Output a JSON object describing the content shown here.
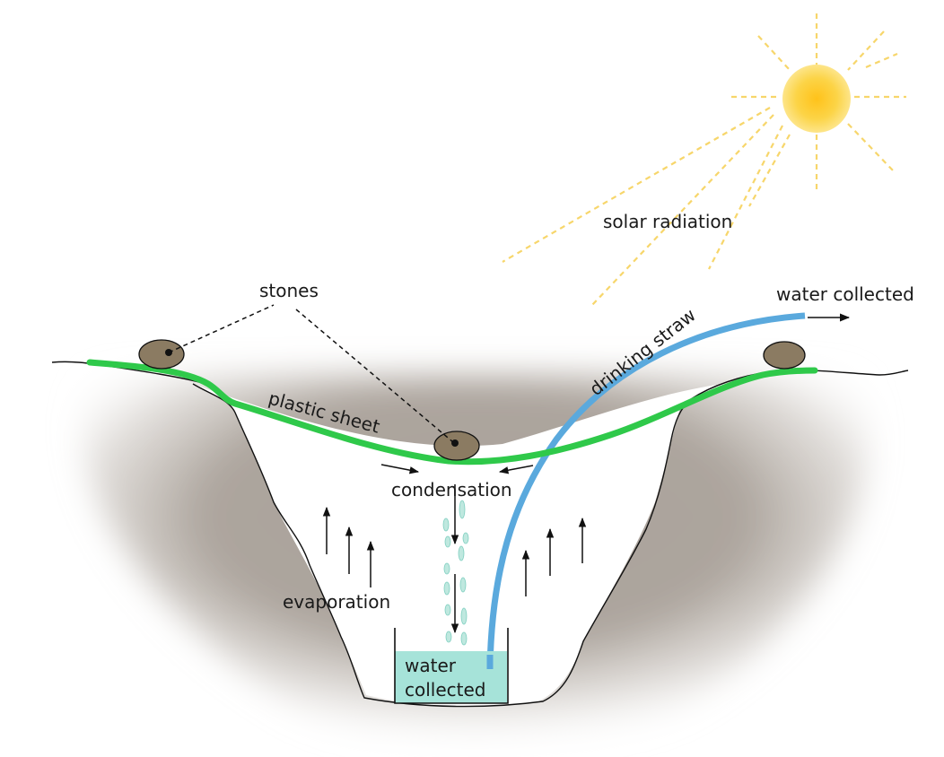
{
  "labels": {
    "solar_radiation": "solar radiation",
    "stones": "stones",
    "water_collected_outlet": "water collected",
    "drinking_straw": "drinking straw",
    "plastic_sheet": "plastic sheet",
    "condensation": "condensation",
    "evaporation": "evaporation",
    "water_collected_container_line1": "water",
    "water_collected_container_line2": "collected"
  },
  "colors": {
    "plastic_sheet": "#2fc94a",
    "drinking_straw": "#5aa9dd",
    "water": "#a6e3d9",
    "stone": "#8b7b62",
    "sun_core": "#fbd03a",
    "sun_rays": "#f7d66b",
    "ground_shadow": "#b8b0a8"
  },
  "icons": {
    "sun": "sun-icon",
    "stone": "stone-icon",
    "arrow": "arrow-icon"
  }
}
